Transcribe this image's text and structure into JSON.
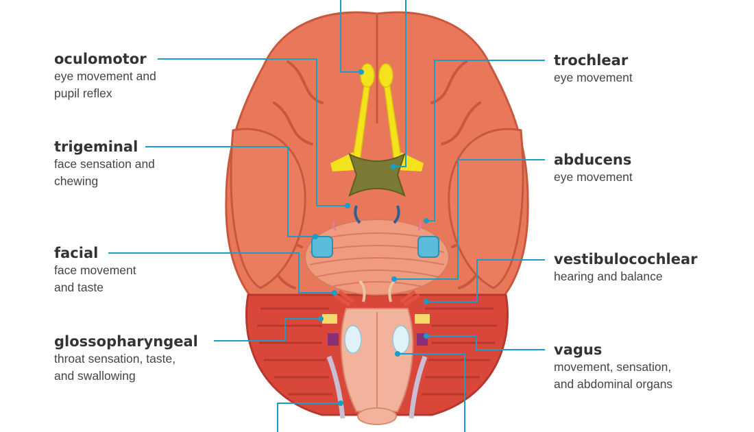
{
  "labels": {
    "oculomotor": {
      "name": "oculomotor",
      "desc": "eye movement and\npupil reflex"
    },
    "trigeminal": {
      "name": "trigeminal",
      "desc": "face sensation and\nchewing"
    },
    "facial": {
      "name": "facial",
      "desc": "face movement\nand taste"
    },
    "glossopharyngeal": {
      "name": "glossopharyngeal",
      "desc": "throat sensation, taste,\nand swallowing"
    },
    "trochlear": {
      "name": "trochlear",
      "desc": "eye movement"
    },
    "abducens": {
      "name": "abducens",
      "desc": "eye movement"
    },
    "vestibulocochlear": {
      "name": "vestibulocochlear",
      "desc": "hearing and balance"
    },
    "vagus": {
      "name": "vagus",
      "desc": "movement, sensation,\nand abdominal organs"
    }
  },
  "colors": {
    "cerebrum": "#e9785a",
    "cerebrum_dark": "#c9573e",
    "cerebellum": "#d9473a",
    "brainstem": "#f3b29c",
    "olfactory": "#f4e21d",
    "optic_chiasm": "#7b7a35",
    "nerve_blue": "#5bbcd9",
    "leader": "#1d9cc7"
  }
}
